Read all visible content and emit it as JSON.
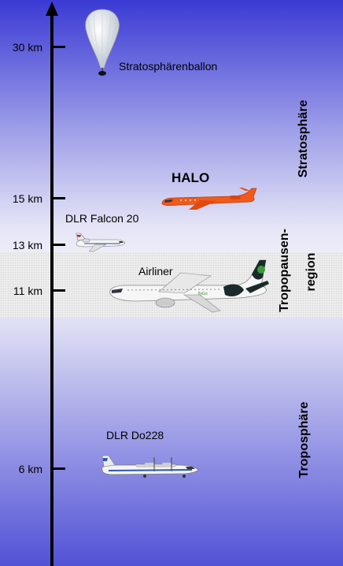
{
  "axis": {
    "ticks": [
      {
        "label": "30 km"
      },
      {
        "label": "15 km"
      },
      {
        "label": "13 km"
      },
      {
        "label": "11 km"
      },
      {
        "label": "6 km"
      }
    ]
  },
  "aircraft": {
    "balloon": {
      "label": "Stratosphärenballon",
      "icon": "balloon-icon"
    },
    "halo": {
      "label": "HALO",
      "icon": "jet-icon",
      "color": "#f25a1a"
    },
    "falcon": {
      "label": "DLR Falcon 20",
      "icon": "jet-icon"
    },
    "airliner": {
      "label": "Airliner",
      "icon": "airliner-icon"
    },
    "do228": {
      "label": "DLR Do228",
      "icon": "propeller-plane-icon"
    }
  },
  "regions": {
    "stratosphere": "Stratosphäre",
    "tropopause_line1": "Tropopausen-",
    "tropopause_line2": "region",
    "troposphere": "Troposphäre"
  },
  "colors": {
    "sky_top": "#3a3ad4",
    "sky_mid": "#f2f2fb",
    "sky_bottom": "#5252d6",
    "tropopause_band": "#ececec"
  }
}
